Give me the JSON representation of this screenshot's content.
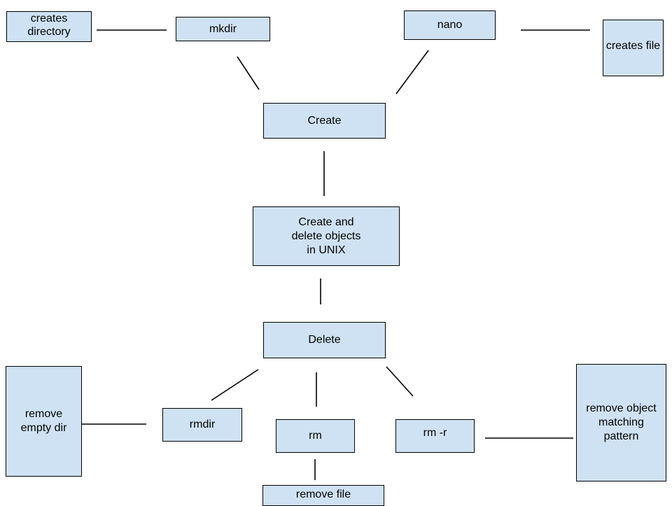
{
  "diagram": {
    "center": "Create and\ndelete objects\nin UNIX",
    "create": "Create",
    "delete": "Delete",
    "commands": {
      "mkdir": "mkdir",
      "nano": "nano",
      "rmdir": "rmdir",
      "rm": "rm",
      "rm_r": "rm -r"
    },
    "descriptions": {
      "creates_directory": "creates\ndirectory",
      "creates_file": "creates file",
      "remove_empty_dir": "remove\nempty dir",
      "remove_file": "remove file",
      "remove_object_matching_pattern": "remove object\nmatching\npattern"
    },
    "colors": {
      "box_fill": "#cfe2f3",
      "border": "#000000",
      "line": "#000000"
    }
  }
}
